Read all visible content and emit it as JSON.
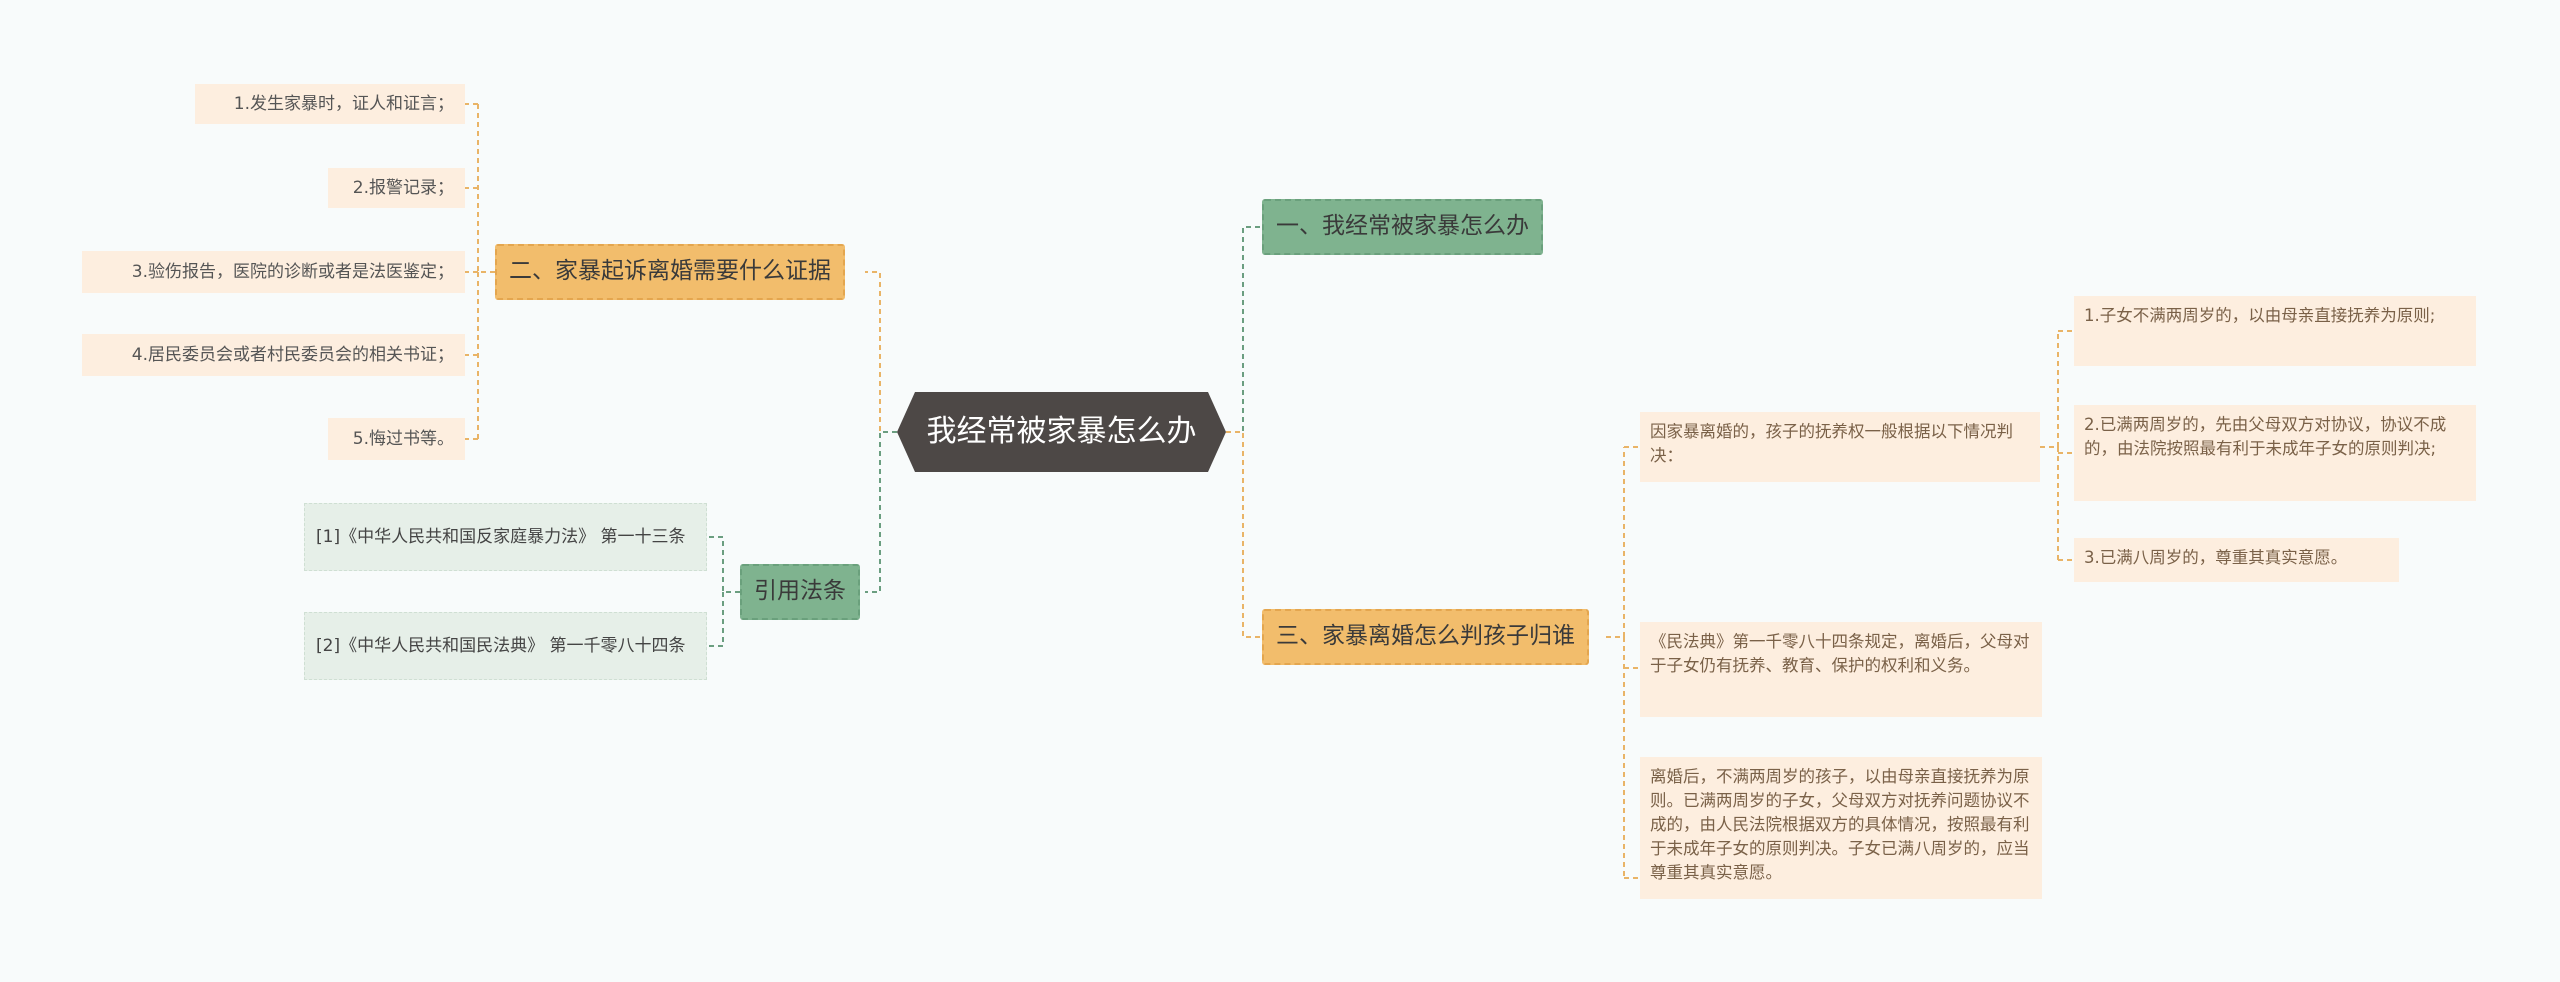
{
  "root": {
    "label": "我经常被家暴怎么办"
  },
  "left": {
    "evidence": {
      "label": "二、家暴起诉离婚需要什么证据",
      "items": [
        "1.发生家暴时，证人和证言；",
        "2.报警记录；",
        "3.验伤报告，医院的诊断或者是法医鉴定；",
        "4.居民委员会或者村民委员会的相关书证；",
        "5.悔过书等。"
      ]
    },
    "laws": {
      "label": "引用法条",
      "items": [
        "[1]《中华人民共和国反家庭暴力法》 第一十三条",
        "[2]《中华人民共和国民法典》 第一千零八十四条"
      ]
    }
  },
  "right": {
    "q1": {
      "label": "一、我经常被家暴怎么办"
    },
    "q3": {
      "label": "三、家暴离婚怎么判孩子归谁",
      "intro": "因家暴离婚的，孩子的抚养权一般根据以下情况判决：",
      "rules": [
        "1.子女不满两周岁的，以由母亲直接抚养为原则;",
        "2.已满两周岁的，先由父母双方对协议，协议不成的，由法院按照最有利于未成年子女的原则判决;",
        "3.已满八周岁的，尊重其真实意愿。"
      ],
      "code": "《民法典》第一千零八十四条规定，离婚后，父母对于子女仍有抚养、教育、保护的权利和义务。",
      "detail": "离婚后，不满两周岁的孩子，以由母亲直接抚养为原则。已满两周岁的子女，父母双方对抚养问题协议不成的，由人民法院根据双方的具体情况，按照最有利于未成年子女的原则判决。子女已满八周岁的，应当尊重其真实意愿。"
    }
  },
  "colors": {
    "root_bg": "#4d4846",
    "orange_branch": "#f2bd6c",
    "green_branch": "#7fb38f",
    "orange_line": "#e9b467",
    "green_line": "#6b9e80",
    "peach_leaf": "#fdeedf",
    "cite_leaf": "#e6efe8"
  }
}
